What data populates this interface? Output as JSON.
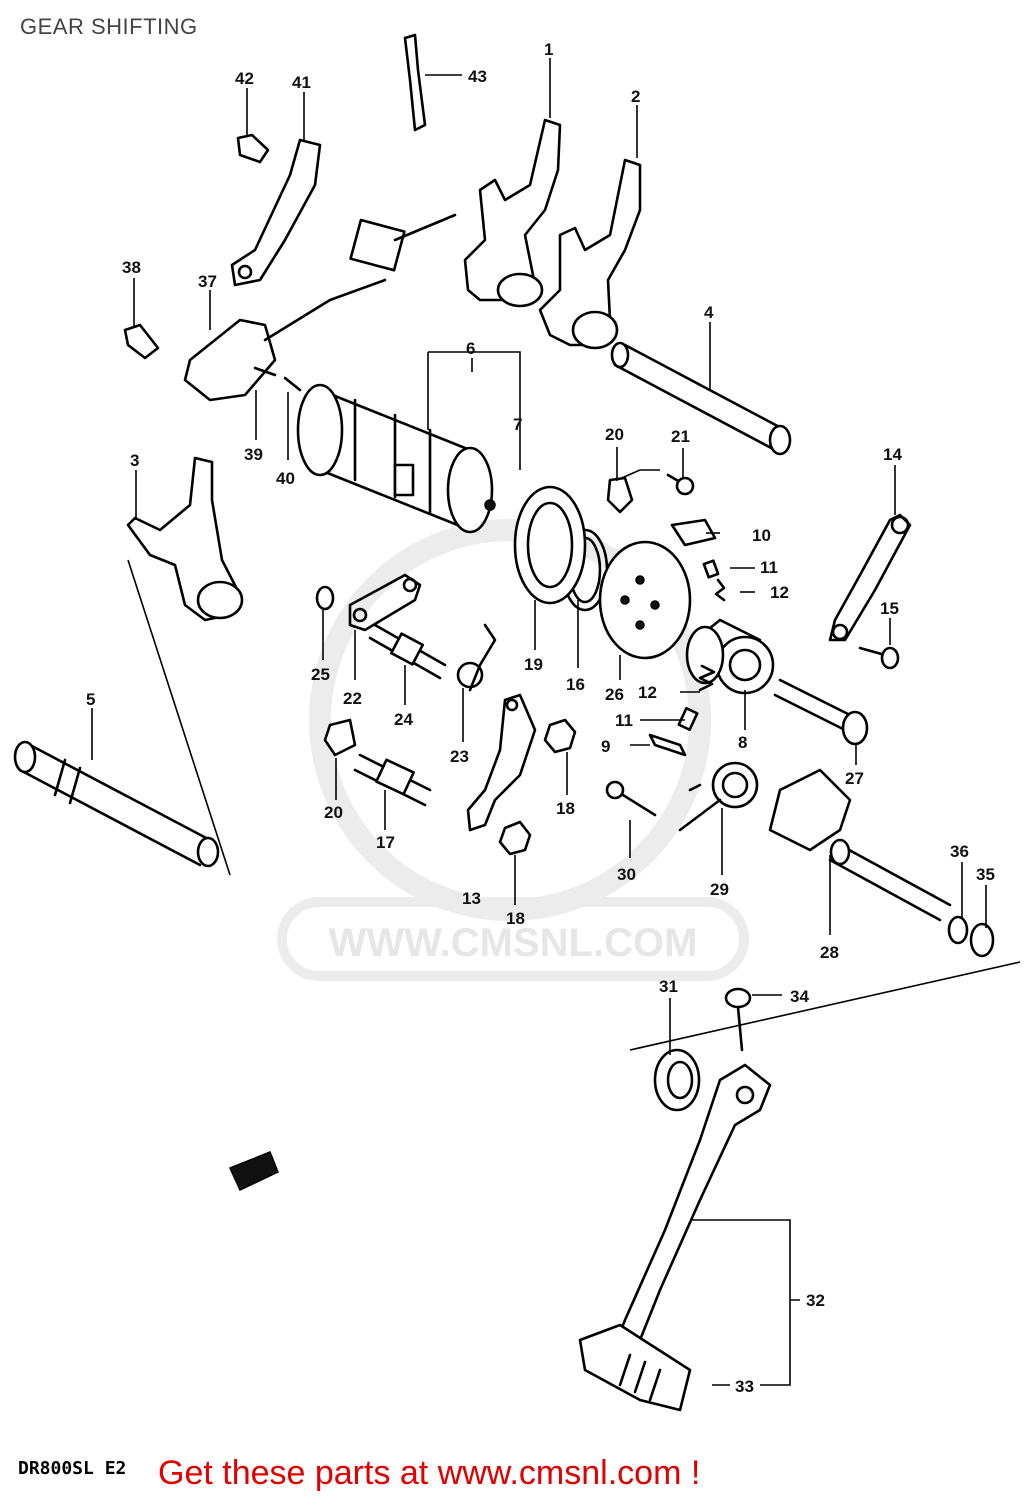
{
  "header": {
    "title": "GEAR SHIFTING"
  },
  "watermark": {
    "text": "WWW.CMSNL.COM"
  },
  "footer": {
    "model_code": "DR800SL E2",
    "call_to_action": "Get these parts at www.cmsnl.com !"
  },
  "part_labels": {
    "p1": "1",
    "p2": "2",
    "p3": "3",
    "p4": "4",
    "p5": "5",
    "p6": "6",
    "p7": "7",
    "p8": "8",
    "p9": "9",
    "p10": "10",
    "p11a": "11",
    "p11b": "11",
    "p12a": "12",
    "p12b": "12",
    "p13": "13",
    "p14": "14",
    "p15": "15",
    "p16": "16",
    "p17": "17",
    "p18a": "18",
    "p18b": "18",
    "p19": "19",
    "p20a": "20",
    "p20b": "20",
    "p21": "21",
    "p22": "22",
    "p23": "23",
    "p24": "24",
    "p25": "25",
    "p26": "26",
    "p27": "27",
    "p28": "28",
    "p29": "29",
    "p30": "30",
    "p31": "31",
    "p32": "32",
    "p33": "33",
    "p34": "34",
    "p35": "35",
    "p36": "36",
    "p37": "37",
    "p38": "38",
    "p39": "39",
    "p40": "40",
    "p41": "41",
    "p42": "42",
    "p43": "43"
  }
}
